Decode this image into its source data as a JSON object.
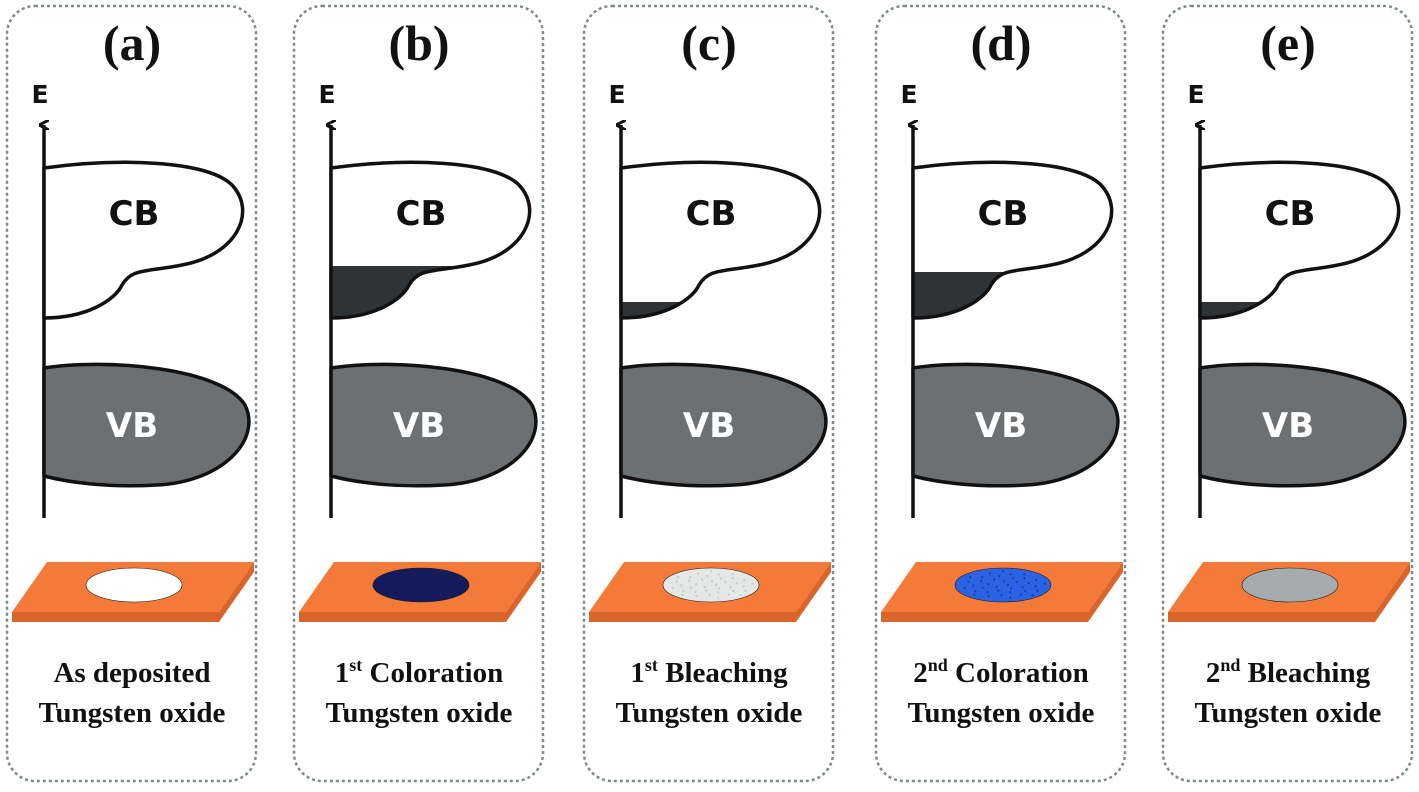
{
  "axis_label": "E",
  "cb_label": "CB",
  "vb_label": "VB",
  "colors": {
    "substrate_top": "#f47a3a",
    "substrate_side": "#d9652a",
    "cb_fill": "#ffffff",
    "vb_fill": "#6d7073",
    "electron_fill": "#2f3336",
    "border": "#7d8a8c"
  },
  "panels": [
    {
      "label": "(a)",
      "caption_ordinal": "",
      "caption_ordinal_sup": "",
      "caption_line1": "As deposited",
      "caption_line2": "Tungsten oxide",
      "electron_filling": "none",
      "film_color": "#ffffff",
      "film_texture": "none"
    },
    {
      "label": "(b)",
      "caption_ordinal": "1",
      "caption_ordinal_sup": "st",
      "caption_line1": "Coloration",
      "caption_line2": "Tungsten oxide",
      "electron_filling": "high",
      "film_color": "#141a5c",
      "film_texture": "none"
    },
    {
      "label": "(c)",
      "caption_ordinal": "1",
      "caption_ordinal_sup": "st",
      "caption_line1": "Bleaching",
      "caption_line2": "Tungsten oxide",
      "electron_filling": "low",
      "film_color": "#e6e8e8",
      "film_texture": "speckle"
    },
    {
      "label": "(d)",
      "caption_ordinal": "2",
      "caption_ordinal_sup": "nd",
      "caption_line1": "Coloration",
      "caption_line2": "Tungsten oxide",
      "electron_filling": "medium",
      "film_color": "#2a63e6",
      "film_texture": "speckle"
    },
    {
      "label": "(e)",
      "caption_ordinal": "2",
      "caption_ordinal_sup": "nd",
      "caption_line1": "Bleaching",
      "caption_line2": "Tungsten oxide",
      "electron_filling": "low",
      "film_color": "#a6acae",
      "film_texture": "none"
    }
  ]
}
